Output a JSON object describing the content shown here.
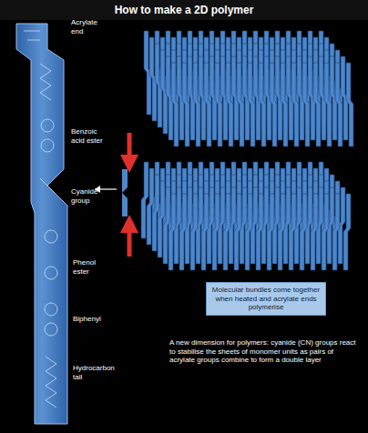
{
  "diagram": {
    "title": "How to make a 2D polymer",
    "caption": "A new dimension for polymers: cyanide (CN) groups react to stabilise the sheets of monomer units as pairs of acrylate groups combine to form a double layer",
    "nodes": [
      {
        "text": [
          "Molecular bundles come together when heated and acrylate ends polymerise"
        ]
      }
    ],
    "labels": [
      "Acrylate end",
      "Benzoic acid ester",
      "Cyanide group",
      "Phenol ester",
      "Biphenyl",
      "Hydrocarbon tail"
    ]
  }
}
